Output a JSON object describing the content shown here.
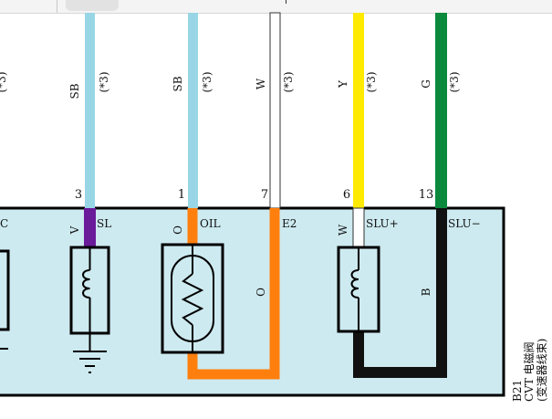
{
  "diagram": {
    "connector_id": "B21",
    "component_name": "CVT 电磁阀",
    "component_subtitle": "(变速器线束)",
    "wires": [
      {
        "color_code": "SB",
        "note": "(*3)",
        "pin": "3",
        "terminal": "SL",
        "inner_color": "V",
        "hex": "#98d6e6",
        "inner_hex": "#6a1b9a"
      },
      {
        "color_code": "SB",
        "note": "(*3)",
        "pin": "1",
        "terminal": "OIL",
        "inner_color": "O",
        "hex": "#98d6e6",
        "inner_hex": "#ff7f0e"
      },
      {
        "color_code": "W",
        "note": "(*3)",
        "pin": "7",
        "terminal": "E2",
        "inner_color": "O",
        "hex": "#ffffff",
        "inner_hex": "#ff7f0e"
      },
      {
        "color_code": "Y",
        "note": "(*3)",
        "pin": "6",
        "terminal": "SLU+",
        "inner_color": "W",
        "hex": "#ffea00",
        "inner_hex": "#ffffff"
      },
      {
        "color_code": "G",
        "note": "(*3)",
        "pin": "13",
        "terminal": "SLU−",
        "inner_color": "B",
        "hex": "#0b8a3e",
        "inner_hex": "#111111"
      }
    ],
    "left_partial": {
      "note": "(*3)",
      "terminal": "C"
    },
    "component_bg": "#cdeaf0"
  }
}
